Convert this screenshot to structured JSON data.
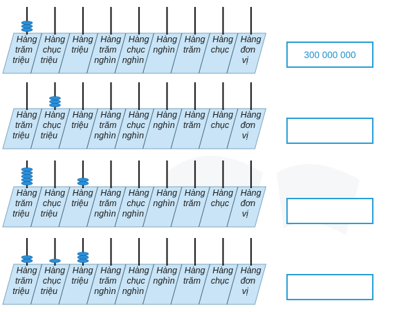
{
  "columns": [
    {
      "lines": [
        "Hàng",
        "trăm",
        "triệu"
      ]
    },
    {
      "lines": [
        "Hàng",
        "chục",
        "triệu"
      ]
    },
    {
      "lines": [
        "Hàng",
        "triệu"
      ]
    },
    {
      "lines": [
        "Hàng",
        "trăm",
        "nghìn"
      ]
    },
    {
      "lines": [
        "Hàng",
        "chục",
        "nghìn"
      ]
    },
    {
      "lines": [
        "Hàng",
        "nghìn"
      ]
    },
    {
      "lines": [
        "Hàng",
        "trăm"
      ]
    },
    {
      "lines": [
        "Hàng",
        "chục"
      ]
    },
    {
      "lines": [
        "Hàng",
        "đơn",
        "vị"
      ]
    }
  ],
  "abaci": [
    {
      "beads": [
        3,
        0,
        0,
        0,
        0,
        0,
        0,
        0,
        0
      ],
      "answer": "300 000 000"
    },
    {
      "beads": [
        0,
        3,
        0,
        0,
        0,
        0,
        0,
        0,
        0
      ],
      "answer": ""
    },
    {
      "beads": [
        5,
        0,
        2,
        0,
        0,
        0,
        0,
        0,
        0
      ],
      "answer": ""
    },
    {
      "beads": [
        2,
        1,
        3,
        0,
        0,
        0,
        0,
        0,
        0
      ],
      "answer": ""
    }
  ],
  "colors": {
    "bead": "#2a8fd8",
    "band": "#c8e4f6",
    "box_border": "#2a9fd6",
    "rod": "#222222"
  }
}
